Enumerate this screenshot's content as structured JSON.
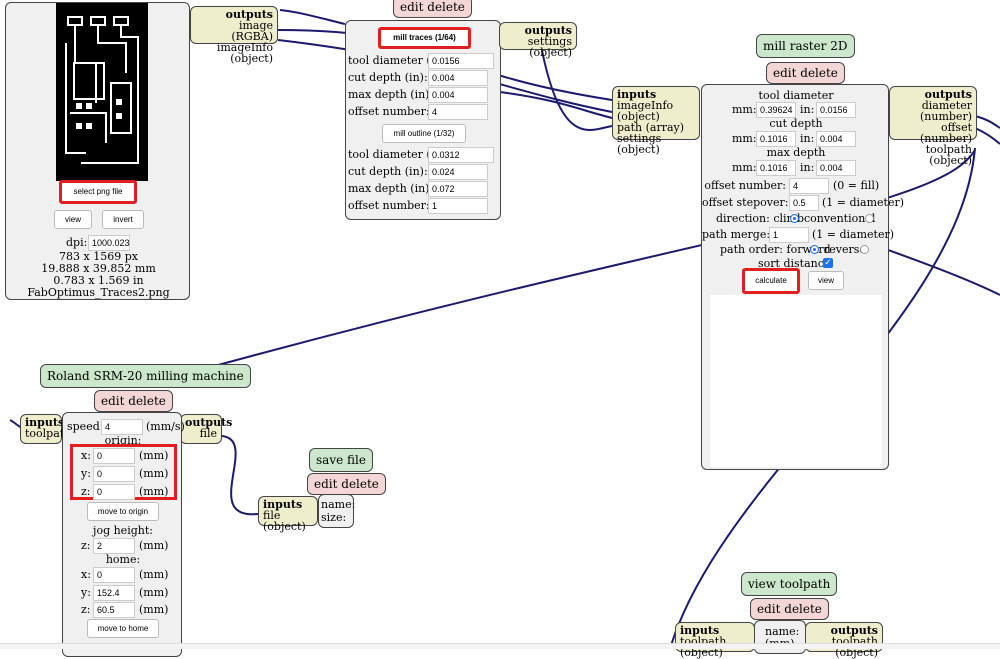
{
  "png_module": {
    "outputs_title": "outputs",
    "outputs": [
      "image (RGBA)",
      "imageInfo (object)"
    ],
    "select_label": "select png file",
    "view_label": "view",
    "invert_label": "invert",
    "dpi_label": "dpi:",
    "dpi_value": "1000.023",
    "px_info": "783 x 1569 px",
    "mm_info": "19.888 x 39.852 mm",
    "in_info": "0.783 x 1.569 in",
    "filename": "FabOptimus_Traces2.png"
  },
  "settings_module": {
    "edit_delete": "edit delete",
    "outputs_title": "outputs",
    "outputs": [
      "settings (object)"
    ],
    "mill_traces_label": "mill traces (1/64)",
    "mill_outline_label": "mill outline (1/32)",
    "labels": {
      "tool_diameter": "tool diameter (in):",
      "cut_depth": "cut depth (in):",
      "max_depth": "max depth (in):",
      "offset_number": "offset number:"
    },
    "traces": {
      "tool_diameter": "0.0156",
      "cut_depth": "0.004",
      "max_depth": "0.004",
      "offset_number": "4"
    },
    "outline": {
      "tool_diameter": "0.0312",
      "cut_depth": "0.024",
      "max_depth": "0.072",
      "offset_number": "1"
    }
  },
  "raster_module": {
    "title": "mill raster 2D",
    "edit_delete": "edit delete",
    "inputs_title": "inputs",
    "inputs": [
      "imageInfo (object)",
      "path (array)",
      "settings (object)"
    ],
    "outputs_title": "outputs",
    "outputs": [
      "diameter (number)",
      "offset (number)",
      "toolpath (object)"
    ],
    "tool_diameter_head": "tool diameter",
    "cut_depth_head": "cut depth",
    "max_depth_head": "max depth",
    "mm_label": "mm:",
    "in_label": "in:",
    "tool_diameter_mm": "0.39624",
    "tool_diameter_in": "0.0156",
    "cut_depth_mm": "0.1016",
    "cut_depth_in": "0.004",
    "max_depth_mm": "0.1016",
    "max_depth_in": "0.004",
    "offset_number_label": "offset number:",
    "offset_number": "4",
    "offset_number_hint": "(0 = fill)",
    "offset_stepover_label": "offset stepover:",
    "offset_stepover": "0.5",
    "offset_stepover_hint": "(1 = diameter)",
    "direction_label": "direction: climb",
    "direction_conventional": "conventional",
    "path_merge_label": "path merge:",
    "path_merge": "1",
    "path_merge_hint": "(1 = diameter)",
    "path_order_label": "path order: forward",
    "path_order_reverse": "reverse",
    "sort_distance_label": "sort distance:",
    "sort_check_glyph": "✓",
    "calculate_label": "calculate",
    "view_label": "view"
  },
  "roland_module": {
    "title": "Roland SRM-20 milling machine",
    "edit_delete": "edit delete",
    "inputs_title": "inputs",
    "inputs": [
      "toolpath"
    ],
    "outputs_title": "outputs",
    "outputs": [
      "file"
    ],
    "speed_label": "speed:",
    "speed_value": "4",
    "speed_unit": "(mm/s)",
    "origin_label": "origin:",
    "origin": {
      "x": "0",
      "y": "0",
      "z": "0"
    },
    "mm_unit": "(mm)",
    "x_label": "x:",
    "y_label": "y:",
    "z_label": "z:",
    "move_to_origin": "move to origin",
    "jog_label": "jog height:",
    "jog_z": "2",
    "home_label": "home:",
    "home": {
      "x": "0",
      "y": "152.4",
      "z": "60.5"
    },
    "move_to_home": "move to home"
  },
  "save_module": {
    "title": "save file",
    "edit_delete": "edit delete",
    "inputs_title": "inputs",
    "inputs": [
      "file (object)"
    ],
    "name_label": "name:",
    "size_label": "size:"
  },
  "view_module": {
    "title": "view toolpath",
    "edit_delete": "edit delete",
    "inputs_title": "inputs",
    "inputs": [
      "toolpath (object)"
    ],
    "name_label": "name:",
    "mm_label": "(mm)",
    "outputs_title": "outputs",
    "outputs": [
      "toolpath (object)"
    ]
  },
  "colors": {
    "wire": "#1a1a6e",
    "highlight": "#e02020",
    "module_bg": "#f0f0f0",
    "io_bg": "#eeeecc",
    "title_bg": "#cce8cc",
    "editdel_bg": "#f4d6d6"
  }
}
